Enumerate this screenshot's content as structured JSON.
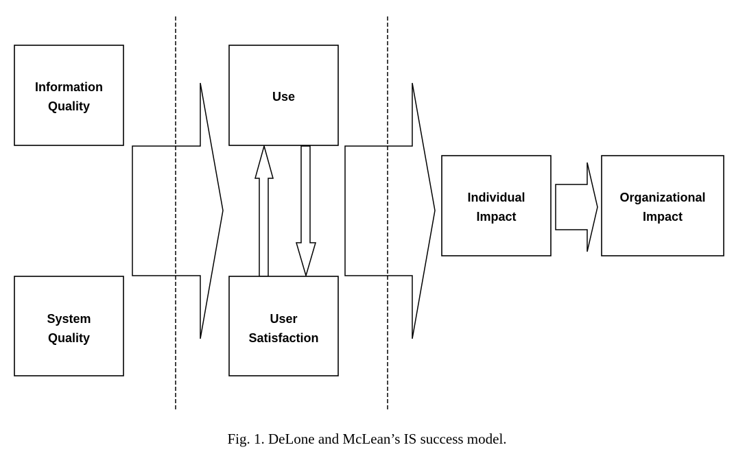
{
  "figure": {
    "caption": "Fig. 1. DeLone and McLean’s IS success model.",
    "colors": {
      "stroke": "#000000",
      "fill": "#ffffff",
      "background": "#ffffff"
    }
  },
  "boxes": {
    "information_quality": {
      "lines": [
        "Information",
        "Quality"
      ]
    },
    "system_quality": {
      "lines": [
        "System",
        "Quality"
      ]
    },
    "use": {
      "lines": [
        "Use"
      ]
    },
    "user_satisfaction": {
      "lines": [
        "User",
        "Satisfaction"
      ]
    },
    "individual_impact": {
      "lines": [
        "Individual",
        "Impact"
      ]
    },
    "organizational_impact": {
      "lines": [
        "Organizational",
        "Impact"
      ]
    }
  },
  "connections": [
    {
      "from": [
        "information_quality",
        "system_quality"
      ],
      "to": [
        "use",
        "user_satisfaction"
      ],
      "type": "block-arrow"
    },
    {
      "from": "user_satisfaction",
      "to": "use",
      "type": "arrow"
    },
    {
      "from": "use",
      "to": "user_satisfaction",
      "type": "arrow"
    },
    {
      "from": [
        "use",
        "user_satisfaction"
      ],
      "to": "individual_impact",
      "type": "block-arrow"
    },
    {
      "from": "individual_impact",
      "to": "organizational_impact",
      "type": "block-arrow"
    }
  ],
  "dividers": 2
}
